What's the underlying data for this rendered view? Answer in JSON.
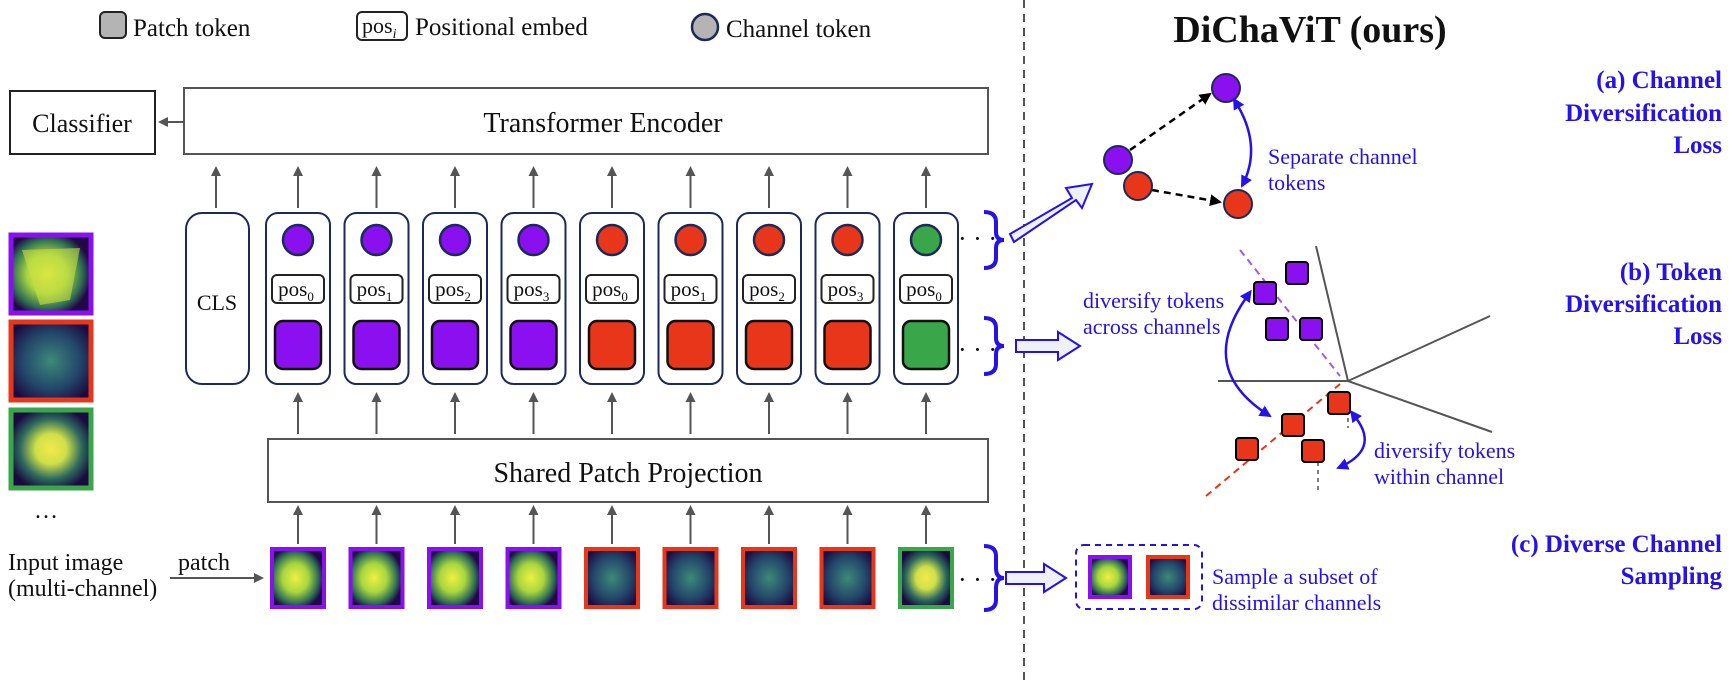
{
  "legend": {
    "patch_token": "Patch token",
    "pos_symbol": "pos",
    "pos_subscript": "i",
    "positional_embed": "Positional embed",
    "channel_token": "Channel token"
  },
  "labels": {
    "classifier": "Classifier",
    "transformer_encoder": "Transformer Encoder",
    "shared_patch_projection": "Shared Patch Projection",
    "cls": "CLS",
    "input_image_line1": "Input image",
    "input_image_line2": "(multi-channel)",
    "patch": "patch",
    "ellipsis": "…",
    "dots": "· · ·"
  },
  "tokens": [
    {
      "color": "#8a10f0",
      "pos": "pos",
      "sub": "0"
    },
    {
      "color": "#8a10f0",
      "pos": "pos",
      "sub": "1"
    },
    {
      "color": "#8a10f0",
      "pos": "pos",
      "sub": "2"
    },
    {
      "color": "#8a10f0",
      "pos": "pos",
      "sub": "3"
    },
    {
      "color": "#e8361a",
      "pos": "pos",
      "sub": "0"
    },
    {
      "color": "#e8361a",
      "pos": "pos",
      "sub": "1"
    },
    {
      "color": "#e8361a",
      "pos": "pos",
      "sub": "2"
    },
    {
      "color": "#e8361a",
      "pos": "pos",
      "sub": "3"
    },
    {
      "color": "#3aa64a",
      "pos": "pos",
      "sub": "0"
    }
  ],
  "right": {
    "title": "DiChaViT (ours)",
    "a_line1": "(a) Channel",
    "a_line2": "Diversification",
    "a_line3": "Loss",
    "separate_line1": "Separate channel",
    "separate_line2": "tokens",
    "b_line1": "(b) Token",
    "b_line2": "Diversification",
    "b_line3": "Loss",
    "across_line1": "diversify tokens",
    "across_line2": "across channels",
    "within_line1": "diversify tokens",
    "within_line2": "within channel",
    "c_line1": "(c) Diverse Channel",
    "c_line2": "Sampling",
    "sample_line1": "Sample a subset of",
    "sample_line2": "dissimilar channels"
  },
  "colors": {
    "purple": "#8a10f0",
    "red": "#e8361a",
    "green": "#3aa64a",
    "blue_text": "#2412e8",
    "box_border": "#1c2a5a"
  }
}
